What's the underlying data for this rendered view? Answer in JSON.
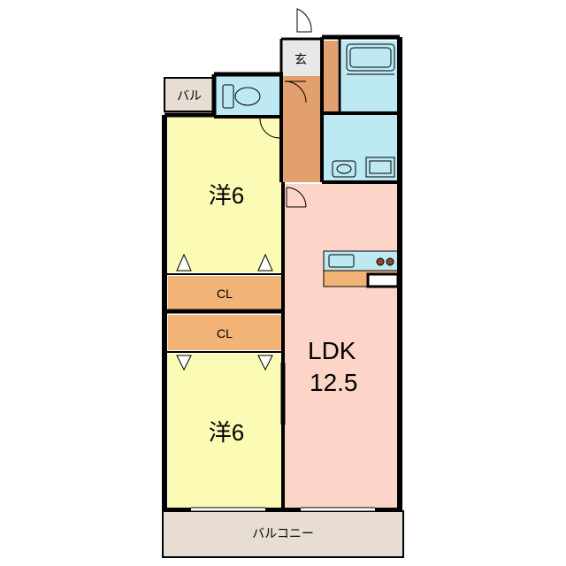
{
  "rooms": {
    "western_upper": "洋6",
    "western_lower": "洋6",
    "closet_upper": "CL",
    "closet_lower": "CL",
    "ldk_line1": "LDK",
    "ldk_line2": "12.5",
    "entrance": "玄",
    "balcony_small": "バル",
    "balcony_main": "バルコニー"
  },
  "colors": {
    "western_room": "#fbfbb5",
    "closet": "#f2b377",
    "ldk": "#fcd4c8",
    "wet_area": "#bde9f2",
    "hallway": "#e1a06e",
    "balcony": "#e8ddd2",
    "entrance": "#e8e8e8",
    "wall": "#000000"
  }
}
